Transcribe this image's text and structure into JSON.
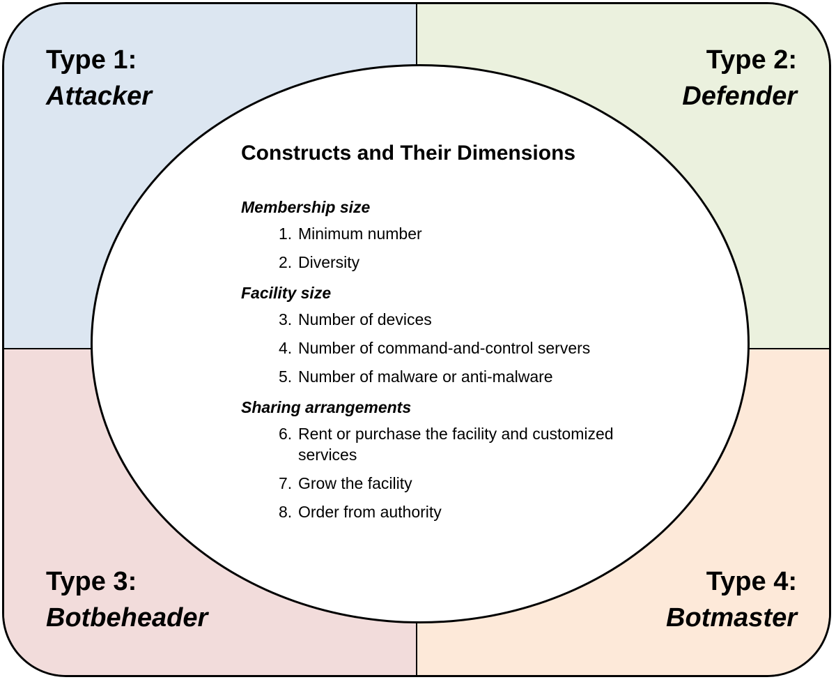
{
  "colors": {
    "type1_fill": "#dce6f1",
    "type2_fill": "#ebf1de",
    "type3_fill": "#f2dcdb",
    "type4_fill": "#fde9d9",
    "outline": "#000000",
    "ellipse_fill": "#ffffff"
  },
  "quadrants": [
    {
      "number_label": "Type 1:",
      "role": "Attacker"
    },
    {
      "number_label": "Type 2:",
      "role": "Defender"
    },
    {
      "number_label": "Type 3:",
      "role": "Botbeheader"
    },
    {
      "number_label": "Type 4:",
      "role": "Botmaster"
    }
  ],
  "center": {
    "title": "Constructs and Their Dimensions",
    "groups": [
      {
        "heading": "Membership size",
        "items": [
          {
            "num": "1.",
            "text": "Minimum number"
          },
          {
            "num": "2.",
            "text": "Diversity"
          }
        ]
      },
      {
        "heading": "Facility size",
        "items": [
          {
            "num": "3.",
            "text": "Number of devices"
          },
          {
            "num": "4.",
            "text": "Number of command-and-control servers"
          },
          {
            "num": "5.",
            "text": "Number of malware or anti-malware"
          }
        ]
      },
      {
        "heading": "Sharing arrangements",
        "items": [
          {
            "num": "6.",
            "text": "Rent or purchase the facility and customized services"
          },
          {
            "num": "7.",
            "text": "Grow the facility"
          },
          {
            "num": "8.",
            "text": "Order from authority"
          }
        ]
      }
    ]
  }
}
